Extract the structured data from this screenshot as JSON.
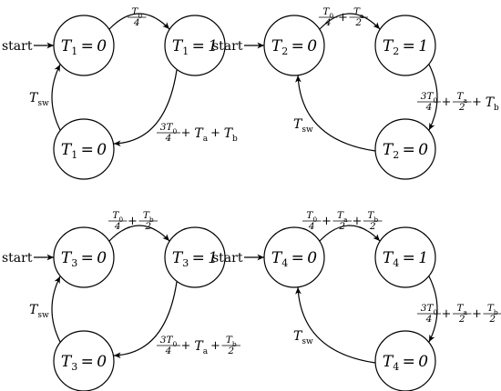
{
  "diagram": {
    "start_label": "start",
    "machines": [
      {
        "states": {
          "zero": "T_1 = 0",
          "one": "T_1 = 1",
          "zero_bottom": "T_1 = 0"
        },
        "edges": {
          "top": "T_0/4",
          "right": "3T_0/4 + T_a + T_b",
          "back": "T_sw"
        }
      },
      {
        "states": {
          "zero": "T_2 = 0",
          "one": "T_2 = 1",
          "zero_bottom": "T_2 = 0"
        },
        "edges": {
          "top": "T_0/4 + T_a/2",
          "right": "3T_0/4 + T_a/2 + T_b",
          "back": "T_sw"
        }
      },
      {
        "states": {
          "zero": "T_3 = 0",
          "one": "T_3 = 1",
          "zero_bottom": "T_3 = 0"
        },
        "edges": {
          "top": "T_0/4 + T_b/2",
          "right": "3T_0/4 + T_a + T_b/2",
          "back": "T_sw"
        }
      },
      {
        "states": {
          "zero": "T_4 = 0",
          "one": "T_4 = 1",
          "zero_bottom": "T_4 = 0"
        },
        "edges": {
          "top": "T_0/4 + T_a/2 + T_b/2",
          "right": "3T_0/4 + T_a/2 + T_b/2",
          "back": "T_sw"
        }
      }
    ]
  }
}
